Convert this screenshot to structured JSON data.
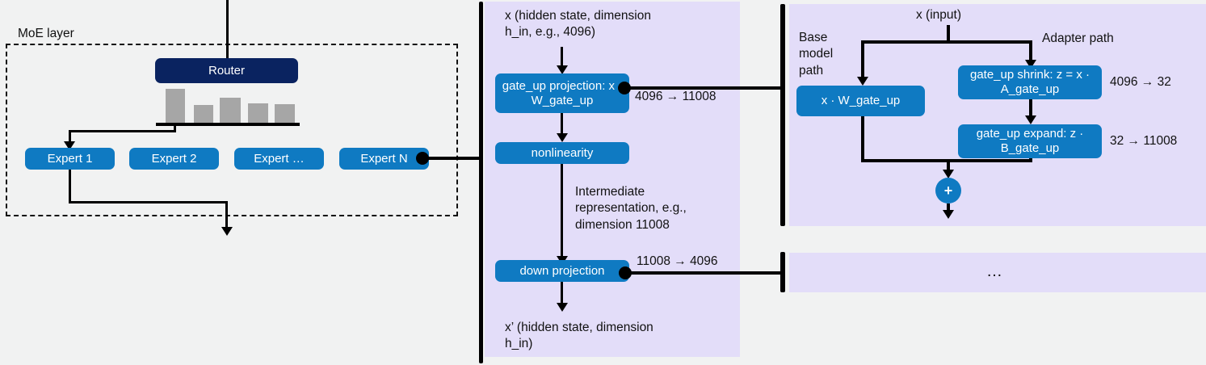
{
  "colors": {
    "background": "#f1f2f2",
    "panel_lavender": "#e3ddf9",
    "box_blue": "#0f7ac2",
    "router_navy": "#0a2360",
    "bar_gray": "#a6a6a6",
    "line_black": "#000000",
    "text_dark": "#111111",
    "text_light": "#ffffff"
  },
  "moe_panel": {
    "title": "MoE layer",
    "router_label": "Router",
    "router_weights": [
      0.95,
      0.42,
      0.7,
      0.5,
      0.47
    ],
    "experts": [
      {
        "label": "Expert 1"
      },
      {
        "label": "Expert 2"
      },
      {
        "label": "Expert …"
      },
      {
        "label": "Expert N"
      }
    ]
  },
  "expert_panel": {
    "input_label": "x  (hidden state, dimension\nh_in, e.g., 4096)",
    "gate_up_box": "gate_up projection:\nx · W_gate_up",
    "gate_up_dims": "4096 → 11008",
    "nonlinearity_box": "nonlinearity",
    "intermediate_label": "Intermediate\nrepresentation, e.g.,\ndimension 11008",
    "down_projection_box": "down projection",
    "down_projection_dims": "11008 → 4096",
    "output_label": "x’  (hidden state, dimension\nh_in)"
  },
  "lora_panel": {
    "input_label": "x  (input)",
    "base_path_label": "Base\nmodel\npath",
    "adapter_path_label": "Adapter path",
    "base_box": "x · W_gate_up",
    "shrink_box": "gate_up shrink:\nz = x · A_gate_up",
    "shrink_dims": "4096 → 32",
    "expand_box": "gate_up expand:\nz · B_gate_up",
    "expand_dims": "32 → 11008",
    "add_symbol": "+"
  },
  "more_panel": {
    "ellipsis": "…"
  }
}
